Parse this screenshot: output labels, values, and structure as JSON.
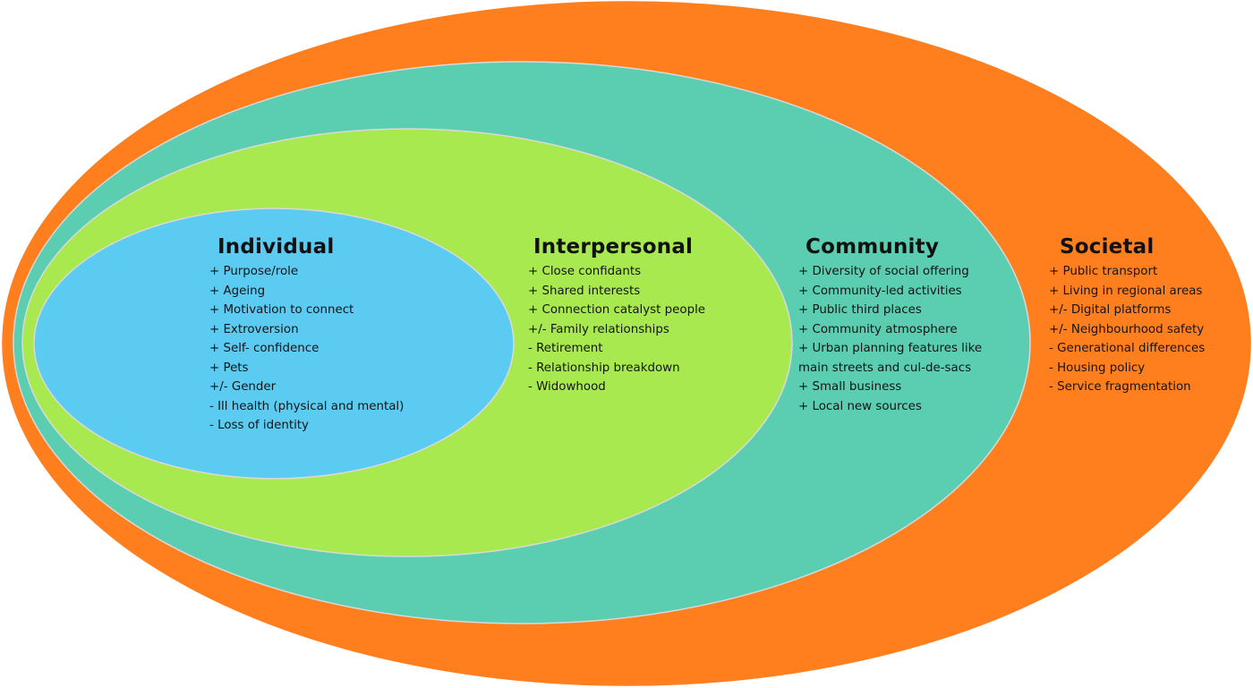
{
  "diagram": {
    "type": "nested-ellipses",
    "description": "Socio-ecological model of factors influencing social connection",
    "colors": {
      "societal": "#FF7F1F",
      "community": "#5BCDB0",
      "interpersonal": "#A8E94F",
      "individual": "#5BCBF2",
      "outline": "#D9D9D9",
      "text": "#111111"
    },
    "layers": [
      {
        "id": "individual",
        "title": "Individual",
        "items": [
          "+ Purpose/role",
          "+ Ageing",
          "+ Motivation to connect",
          "+ Extroversion",
          "+ Self- confidence",
          "+ Pets",
          "+/- Gender",
          "- Ill health (physical and mental)",
          "- Loss of identity"
        ]
      },
      {
        "id": "interpersonal",
        "title": "Interpersonal",
        "items": [
          "+ Close confidants",
          "+ Shared interests",
          "+ Connection catalyst people",
          "+/- Family relationships",
          "- Retirement",
          "- Relationship breakdown",
          "- Widowhood"
        ]
      },
      {
        "id": "community",
        "title": "Community",
        "items": [
          "+ Diversity of social offering",
          "+ Community-led activities",
          "+ Public third places",
          "+ Community atmosphere",
          "+ Urban planning features like",
          "main streets and cul-de-sacs",
          "+ Small business",
          "+ Local new sources"
        ]
      },
      {
        "id": "societal",
        "title": "Societal",
        "items": [
          "+ Public transport",
          "+ Living in regional areas",
          "+/- Digital platforms",
          "+/- Neighbourhood safety",
          "- Generational differences",
          "- Housing policy",
          "- Service fragmentation"
        ]
      }
    ]
  }
}
